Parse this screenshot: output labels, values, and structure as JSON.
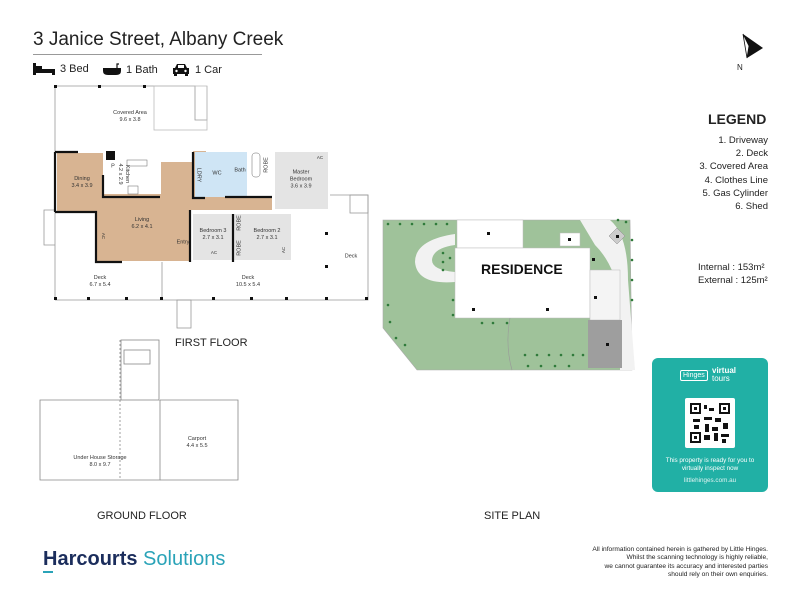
{
  "header": {
    "title": "3 Janice Street, Albany Creek",
    "features": [
      {
        "icon": "bed-icon",
        "label": "3 Bed"
      },
      {
        "icon": "bath-icon",
        "label": "1 Bath"
      },
      {
        "icon": "car-icon",
        "label": "1 Car"
      }
    ]
  },
  "compass": {
    "label": "N"
  },
  "legend": {
    "title": "LEGEND",
    "items": [
      "1. Driveway",
      "2. Deck",
      "3. Covered Area",
      "4. Clothes Line",
      "5. Gas Cylinder",
      "6. Shed"
    ]
  },
  "areas": {
    "internal": "Internal  : 153m²",
    "external": "External : 125m²"
  },
  "first_floor": {
    "title": "FIRST FLOOR",
    "rooms": {
      "covered": {
        "name": "Covered Area",
        "dims": "9.6 x 3.8"
      },
      "dining": {
        "name": "Dining",
        "dims": "3.4 x 3.9"
      },
      "kitchen": {
        "name": "Kitchen",
        "dims": "4.2 x 2.9"
      },
      "pantry": "P",
      "living": {
        "name": "Living",
        "dims": "6.2 x 4.1"
      },
      "entry": "Entry",
      "ldry": "LDRY",
      "wc": "WC",
      "bath": "Bath",
      "robe": "ROBE",
      "master": {
        "name": "Master\nBedroom",
        "dims": "3.6 x 3.9"
      },
      "bed3": {
        "name": "Bedroom 3",
        "dims": "2.7 x 3.1"
      },
      "bed2": {
        "name": "Bedroom 2",
        "dims": "2.7 x 3.1"
      },
      "deck_left": {
        "name": "Deck",
        "dims": "6.7 x 5.4"
      },
      "deck_mid": {
        "name": "Deck",
        "dims": "10.5 x 5.4"
      },
      "deck_right": "Deck",
      "ac": "AC"
    }
  },
  "ground_floor": {
    "title": "GROUND FLOOR",
    "rooms": {
      "storage": {
        "name": "Under House Storage",
        "dims": "8.0 x 9.7"
      },
      "carport": {
        "name": "Carport",
        "dims": "4.4 x 5.5"
      }
    }
  },
  "site_plan": {
    "title": "SITE PLAN",
    "residence": "RESIDENCE"
  },
  "tour_card": {
    "brand_small": "Hinges",
    "brand_line1": "virtual",
    "brand_line2": "tours",
    "message": "This property is ready for you to virtually inspect now",
    "url": "littlehinges.com.au",
    "color": "#21b0a5"
  },
  "footer": {
    "brand_bold": "Harcourts",
    "brand_light": "Solutions",
    "brand_color": "#1b2d5c",
    "accent_color": "#2aa3b8",
    "disclaimer": [
      "All information contained herein is gathered by Little Hinges.",
      "Whilst the scanning technology is highly reliable,",
      "we cannot guarantee its accuracy and interested parties",
      "should rely on their own enquiries."
    ]
  }
}
